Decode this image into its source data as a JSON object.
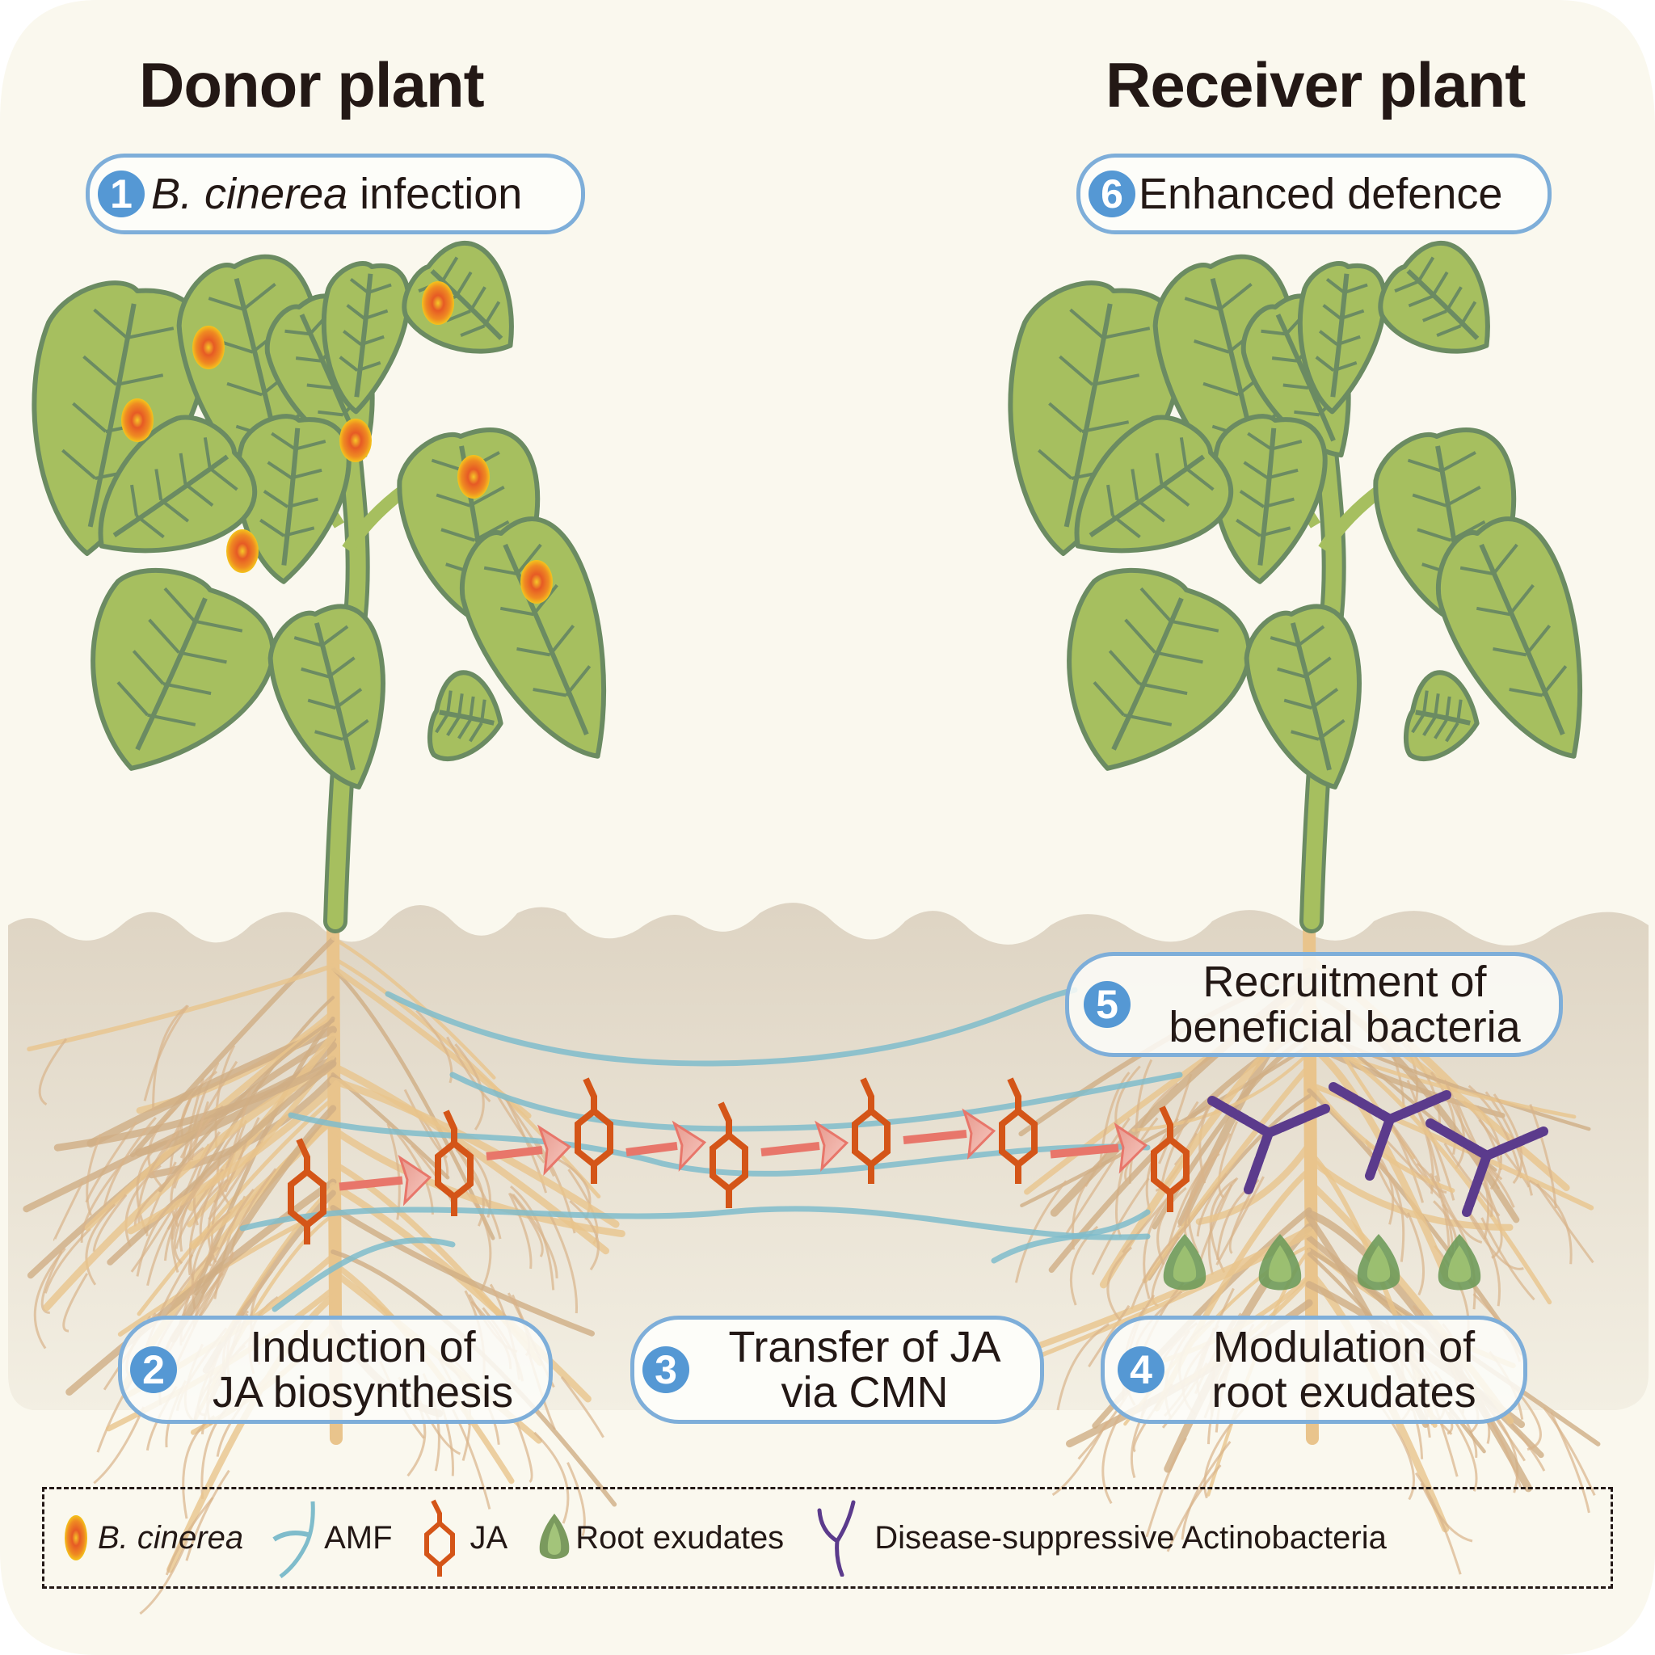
{
  "headings": {
    "donor": "Donor plant",
    "receiver": "Receiver plant"
  },
  "steps": [
    {
      "number": "1",
      "italic_part": "B. cinerea",
      "line1": " infection",
      "line2": ""
    },
    {
      "number": "2",
      "line1": "Induction of",
      "line2": "JA biosynthesis"
    },
    {
      "number": "3",
      "line1": "Transfer of JA",
      "line2": "via CMN"
    },
    {
      "number": "4",
      "line1": "Modulation of",
      "line2": "root exudates"
    },
    {
      "number": "5",
      "line1": "Recruitment of",
      "line2": "beneficial bacteria"
    },
    {
      "number": "6",
      "line1": "Enhanced defence",
      "line2": ""
    }
  ],
  "legend": [
    {
      "icon": "b-cinerea-lesion-icon",
      "label": "B. cinerea",
      "italic": true
    },
    {
      "icon": "amf-hypha-icon",
      "label": "AMF",
      "italic": false
    },
    {
      "icon": "ja-molecule-icon",
      "label": "JA",
      "italic": false
    },
    {
      "icon": "root-exudate-icon",
      "label": "Root exudates",
      "italic": false
    },
    {
      "icon": "actinobacteria-icon",
      "label": "Disease-suppressive Actinobacteria",
      "italic": false
    }
  ],
  "colors": {
    "background": "#faf8ee",
    "soil": "#e0d6c6",
    "leaf_fill": "#a6bf5f",
    "leaf_outline": "#6b8b62",
    "root": "#e9c48c",
    "amf": "#7fbccb",
    "ja": "#d45518",
    "arrow": "#e8766a",
    "exudate": "#6f9b5a",
    "actinobacteria": "#5b3b8c",
    "badge": "#5598d4",
    "pill_border": "#7eaed9",
    "lesion_outer": "#f4b81c",
    "lesion_inner": "#e65a25"
  },
  "diagram": {
    "infected_leaves_on_donor": 7,
    "ja_molecules_in_transfer_chain": 7,
    "root_exudate_droplets": 4,
    "actinobacteria_colonies": 3
  }
}
